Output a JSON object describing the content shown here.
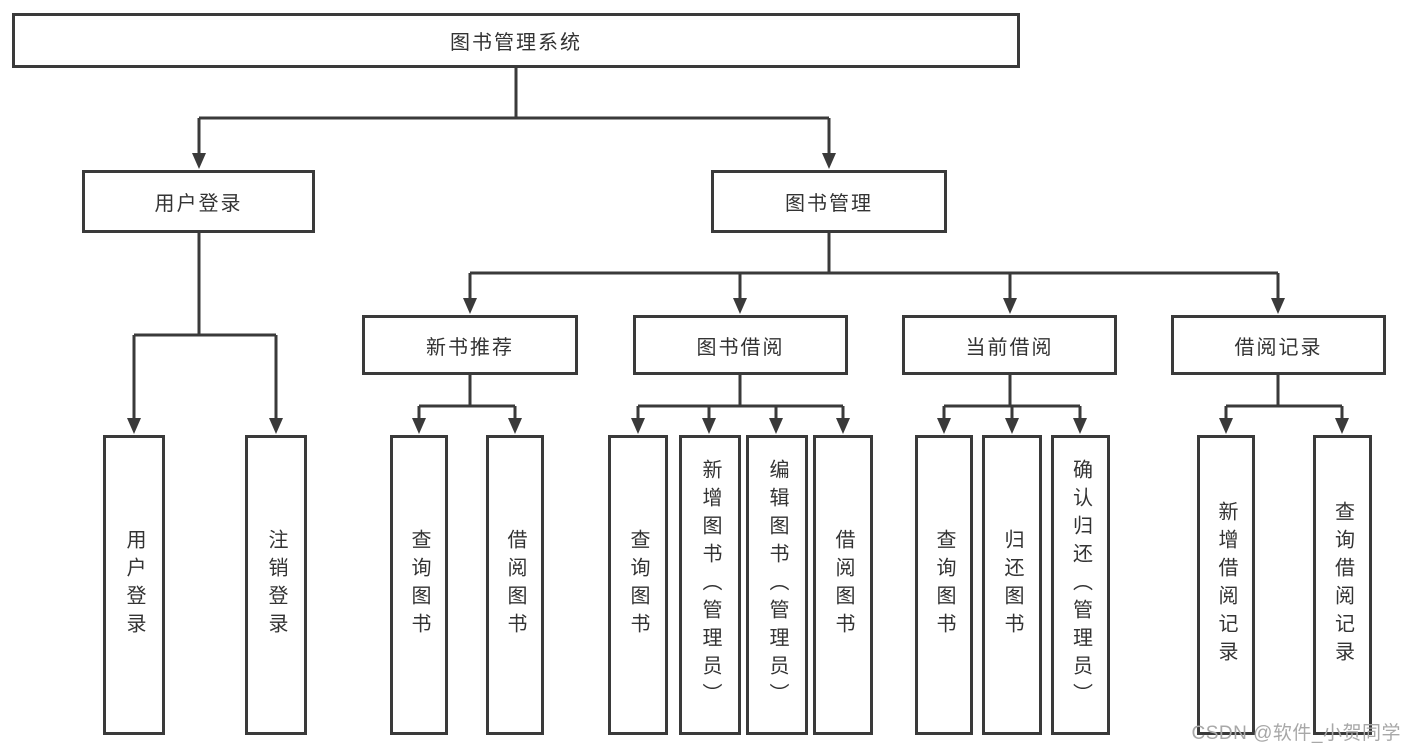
{
  "diagram": {
    "root": {
      "label": "图书管理系统"
    },
    "user_login": {
      "label": "用户登录",
      "children": [
        {
          "label": "用户登录"
        },
        {
          "label": "注销登录"
        }
      ]
    },
    "book_management": {
      "label": "图书管理",
      "groups": [
        {
          "label": "新书推荐",
          "children": [
            {
              "label": "查询图书"
            },
            {
              "label": "借阅图书"
            }
          ]
        },
        {
          "label": "图书借阅",
          "children": [
            {
              "label": "查询图书"
            },
            {
              "label": "新增图书（管理员）"
            },
            {
              "label": "编辑图书（管理员）"
            },
            {
              "label": "借阅图书"
            }
          ]
        },
        {
          "label": "当前借阅",
          "children": [
            {
              "label": "查询图书"
            },
            {
              "label": "归还图书"
            },
            {
              "label": "确认归还（管理员）"
            }
          ]
        },
        {
          "label": "借阅记录",
          "children": [
            {
              "label": "新增借阅记录"
            },
            {
              "label": "查询借阅记录"
            }
          ]
        }
      ]
    },
    "line_color": "#3a3a3a",
    "text_color": "#333333",
    "watermark_color": "#a8a8a8"
  },
  "watermark": "CSDN @软件_小贺同学"
}
